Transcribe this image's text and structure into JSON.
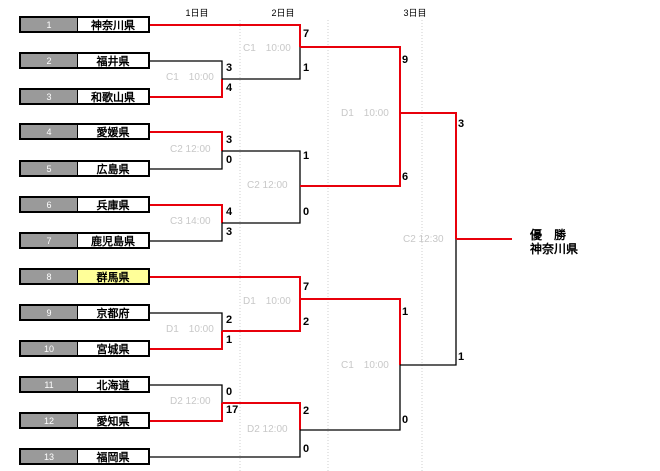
{
  "headers": {
    "day1": "1日目",
    "day2": "2日目",
    "day3": "3日目"
  },
  "teams": [
    {
      "seed": "1",
      "name": "神奈川県",
      "highlight": false
    },
    {
      "seed": "2",
      "name": "福井県",
      "highlight": false
    },
    {
      "seed": "3",
      "name": "和歌山県",
      "highlight": false
    },
    {
      "seed": "4",
      "name": "愛媛県",
      "highlight": false
    },
    {
      "seed": "5",
      "name": "広島県",
      "highlight": false
    },
    {
      "seed": "6",
      "name": "兵庫県",
      "highlight": false
    },
    {
      "seed": "7",
      "name": "鹿児島県",
      "highlight": false
    },
    {
      "seed": "8",
      "name": "群馬県",
      "highlight": true
    },
    {
      "seed": "9",
      "name": "京都府",
      "highlight": false
    },
    {
      "seed": "10",
      "name": "宮城県",
      "highlight": false
    },
    {
      "seed": "11",
      "name": "北海道",
      "highlight": false
    },
    {
      "seed": "12",
      "name": "愛知県",
      "highlight": false
    },
    {
      "seed": "13",
      "name": "福岡県",
      "highlight": false
    }
  ],
  "matches": {
    "r1a": {
      "slot": "C1　10:00",
      "scores": [
        "3",
        "4"
      ]
    },
    "r1b": {
      "slot": "C2 12:00",
      "scores": [
        "3",
        "0"
      ]
    },
    "r1c": {
      "slot": "C3 14:00",
      "scores": [
        "4",
        "3"
      ]
    },
    "r1d": {
      "slot": "D1　10:00",
      "scores": [
        "2",
        "1"
      ]
    },
    "r1e": {
      "slot": "D2 12:00",
      "scores": [
        "0",
        "17"
      ]
    },
    "qf1": {
      "slot": "C1　10:00",
      "scores": [
        "7",
        "1"
      ]
    },
    "qf2": {
      "slot": "C2 12:00",
      "scores": [
        "1",
        "0"
      ]
    },
    "qf3": {
      "slot": "D1　10:00",
      "scores": [
        "7",
        "2"
      ]
    },
    "qf4": {
      "slot": "D2 12:00",
      "scores": [
        "2",
        "0"
      ]
    },
    "sf1": {
      "slot": "D1　10:00",
      "scores": [
        "9",
        "6"
      ]
    },
    "sf2": {
      "slot": "C1　10:00",
      "scores": [
        "1",
        "0"
      ]
    },
    "final": {
      "slot": "C2 12:30",
      "scores": [
        "3",
        "1"
      ]
    }
  },
  "champion": {
    "title": "優　勝",
    "name": "神奈川県"
  },
  "colors": {
    "win": "#e8000b",
    "lose": "#000000",
    "highlight": "#ffff99",
    "divider": "#cfcfcf"
  }
}
